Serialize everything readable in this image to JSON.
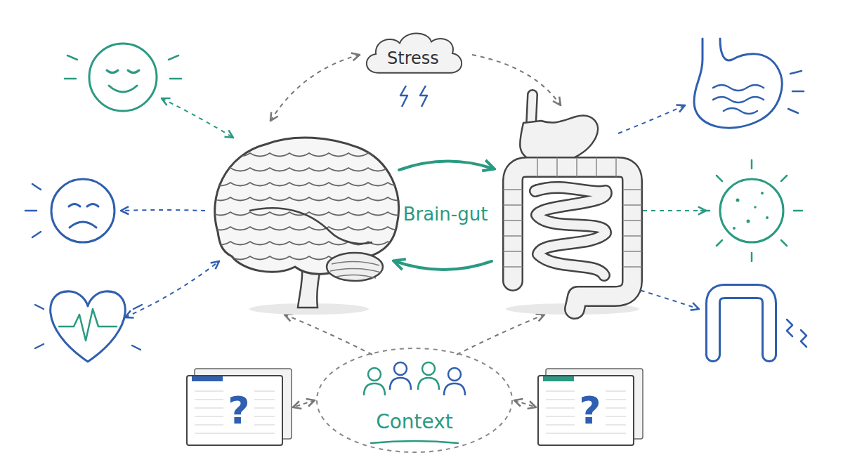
{
  "diagram": {
    "nodes": [
      {
        "text": [
          "Stress"
        ]
      },
      {
        "text": [
          "?"
        ]
      },
      {
        "text": [
          "Context"
        ]
      },
      {
        "text": [
          "?"
        ]
      }
    ],
    "edges": [
      {
        "from": 2,
        "to": 1,
        "arrow": "both"
      },
      {
        "from": 2,
        "to": 3,
        "arrow": "both"
      }
    ],
    "labels": [
      "Brain-gut"
    ]
  }
}
